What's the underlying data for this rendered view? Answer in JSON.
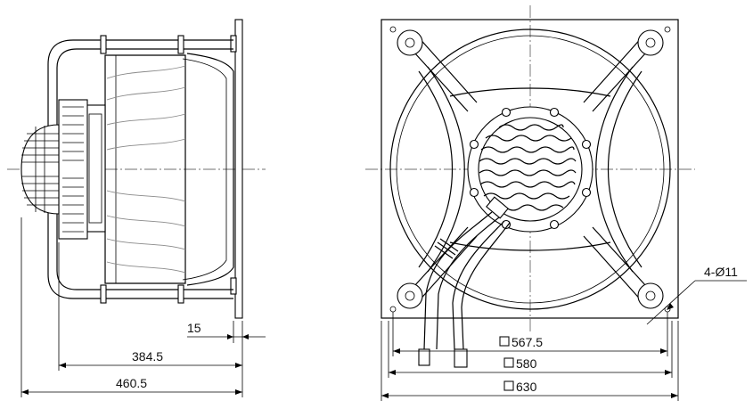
{
  "side_view": {
    "dims": {
      "d15": "15",
      "d3845": "384.5",
      "d4605": "460.5"
    }
  },
  "front_view": {
    "holes_label": "4-Ø11",
    "dims": {
      "d5675": "567.5",
      "d580": "580",
      "d630": "630"
    }
  },
  "icons": {
    "square_symbol": "square-dimension-symbol"
  }
}
